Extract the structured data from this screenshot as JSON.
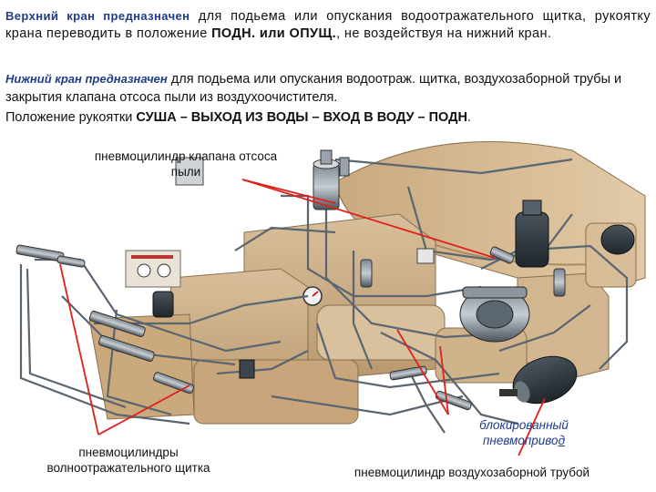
{
  "text": {
    "p1_lead": "Верхний кран предназначен",
    "p1_rest_a": " для подьема или опускания водоотражательного щитка, рукоятку крана переводить в положение ",
    "p1_bold": "ПОДН. или ОПУЩ.",
    "p1_rest_b": ", не воздействуя на нижний кран.",
    "p2_lead": "Нижний кран предназначен",
    "p2_rest": " для подьема или опускания водоотраж. щитка, воздухозаборной трубы и закрытия клапана отсоса пыли из воздухоочистителя.",
    "p3_lead": "Положение рукоятки ",
    "p3_bold": "СУША – ВЫХОД ИЗ ВОДЫ – ВХОД В ВОДУ – ПОДН",
    "p3_end": "."
  },
  "labels": {
    "dust_valve_line1": "пневмоцилиндр клапана отсоса",
    "dust_valve_line2": "пыли",
    "shield_line1": "пневмоцилиндры",
    "shield_line2": "волноотражательного щитка",
    "air_intake": "пневмоцилиндр воздухозаборной трубой",
    "blocked_line1": "блокированный",
    "blocked_line2_a": "пневмоприво",
    "blocked_line2_b": "д"
  },
  "colors": {
    "leader_red": "#e0201b",
    "leader_blue": "#2e3f9e",
    "accent_blue": "#1f3c8a"
  },
  "icons": [
    "pneumatic-cylinder-icon",
    "air-tank-icon",
    "control-panel-icon",
    "pressure-gauge-icon"
  ]
}
